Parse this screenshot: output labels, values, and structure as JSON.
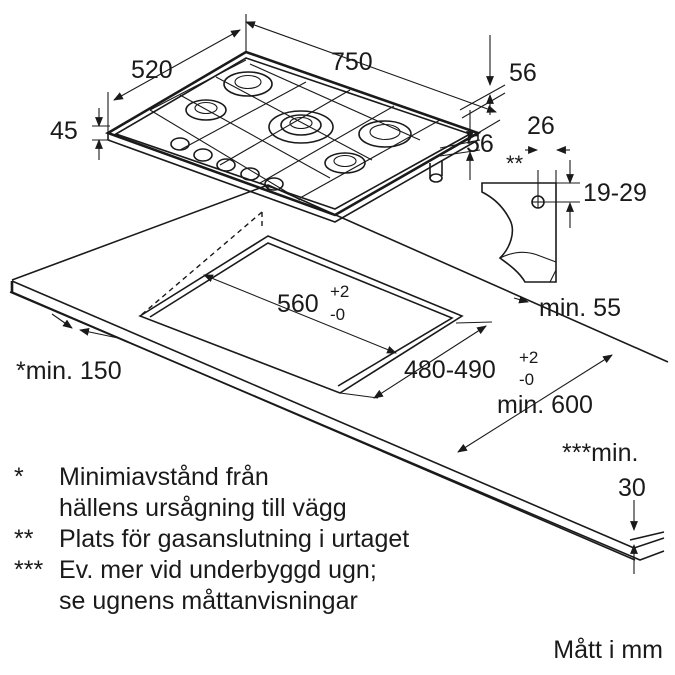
{
  "dimensions": {
    "width_750": "750",
    "depth_520": "520",
    "height_45": "45",
    "offset_top_56": "56",
    "offset_side_56": "56",
    "gas_conn_26": "26",
    "gas_conn_height": "19-29",
    "cutout_width_base": "560",
    "cutout_width_tol_plus": "+2",
    "cutout_width_tol_minus": "-0",
    "cutout_depth_base": "480-490",
    "cutout_depth_tol_plus": "+2",
    "cutout_depth_tol_minus": "-0",
    "min_55": "min. 55",
    "min_150": "*min. 150",
    "min_600": "min. 600",
    "min_30_label": "***min.",
    "min_30_value": "30",
    "double_star": "**"
  },
  "notes": [
    {
      "mark": "*",
      "lines": [
        "Minimiavstånd från",
        "hällens ursågning till vägg"
      ]
    },
    {
      "mark": "**",
      "lines": [
        "Plats för gasanslutning i urtaget"
      ]
    },
    {
      "mark": "***",
      "lines": [
        "Ev. mer vid underbyggd ugn;",
        "se ugnens måttanvisningar"
      ]
    }
  ],
  "unit_note": "Mått i mm"
}
